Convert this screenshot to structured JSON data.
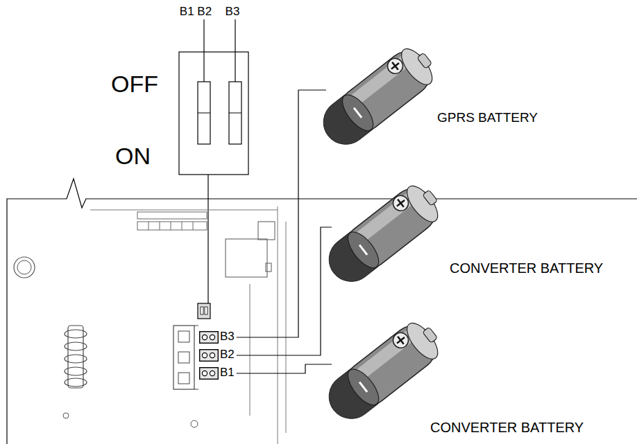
{
  "diagram": {
    "nodes": [
      {
        "text": [
          "GPRS BATTERY"
        ]
      },
      {
        "text": [
          "CONVERTER BATTERY"
        ]
      },
      {
        "text": [
          "CONVERTER BATTERY"
        ]
      },
      {
        "text": [
          "B3"
        ]
      },
      {
        "text": [
          "B2"
        ]
      },
      {
        "text": [
          "B1"
        ]
      }
    ],
    "edges": [
      {
        "from": 3,
        "to": 0,
        "arrow": "none"
      },
      {
        "from": 4,
        "to": 1,
        "arrow": "none"
      },
      {
        "from": 5,
        "to": 2,
        "arrow": "none"
      }
    ],
    "labels": [
      "B1 B2",
      "B3",
      "OFF",
      "ON"
    ]
  }
}
